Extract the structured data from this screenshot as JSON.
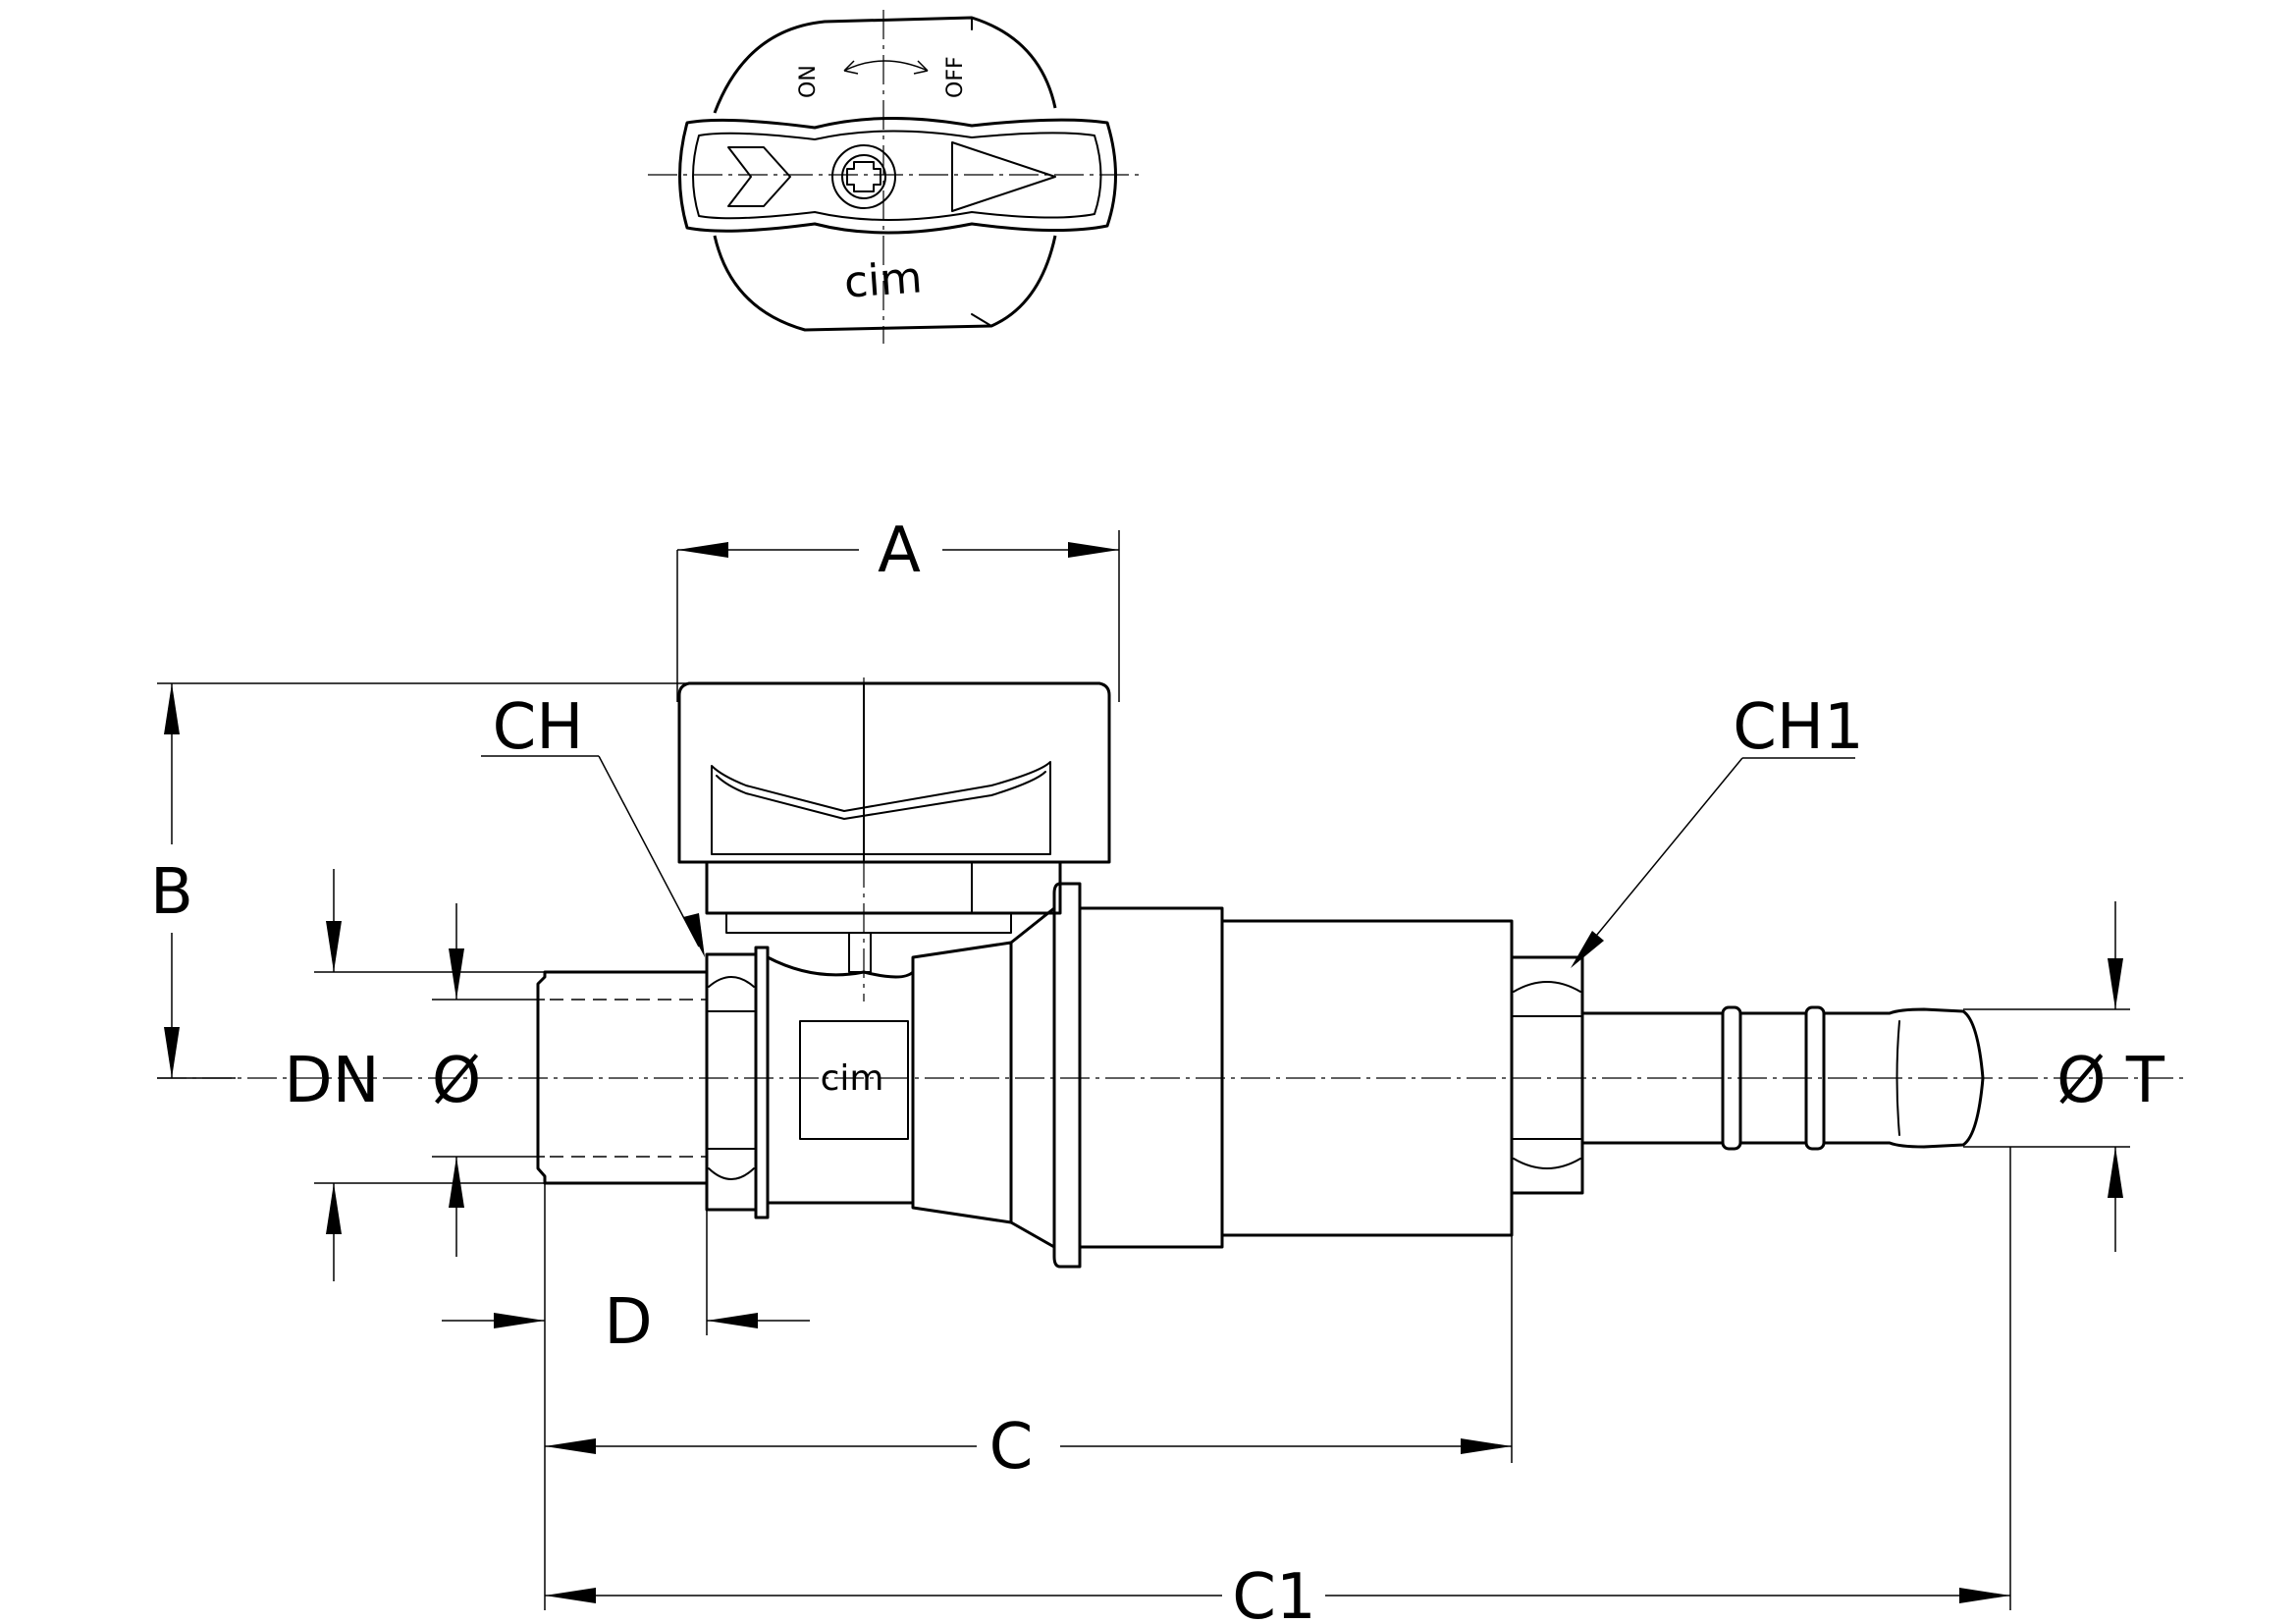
{
  "labels": {
    "A": "A",
    "B": "B",
    "CH": "CH",
    "CH1": "CH1",
    "DN": "DN",
    "diameter": "Ø",
    "D": "D",
    "C": "C",
    "C1": "C1",
    "OT": "Ø T"
  },
  "handle": {
    "on_label": "ON",
    "off_label": "OFF",
    "logo": "cim"
  },
  "body": {
    "logo": "cim"
  }
}
